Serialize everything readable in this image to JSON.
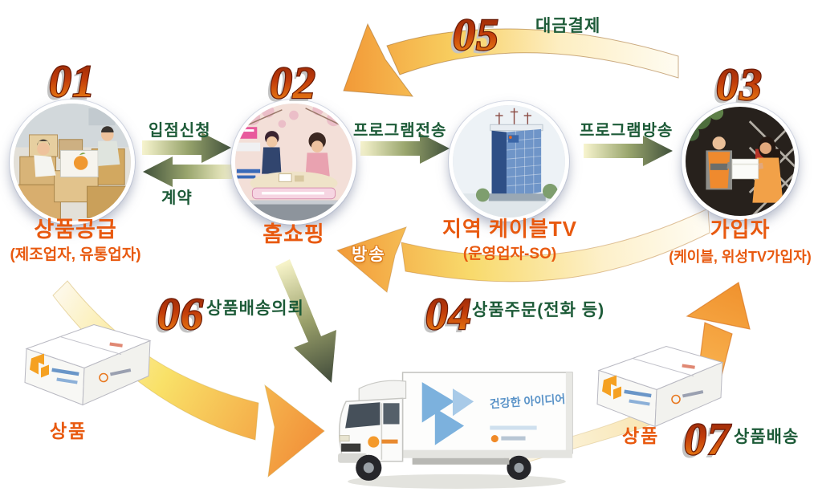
{
  "nodes": {
    "supplier": {
      "num": "01",
      "label": "상품공급",
      "sub": "(제조업자, 유통업자)"
    },
    "homeshopping": {
      "num": "02",
      "label": "홈쇼핑"
    },
    "cabletv": {
      "label": "지역 케이블TV",
      "sub": "(운영업자-SO)"
    },
    "subscriber": {
      "num": "03",
      "label": "가입자",
      "sub": "(케이블, 위성TV가입자)"
    }
  },
  "flows": {
    "apply": {
      "label": "입점신청"
    },
    "contract": {
      "label": "계약"
    },
    "program_transmit": {
      "label": "프로그램전송"
    },
    "program_broadcast": {
      "label": "프로그램방송"
    },
    "payment": {
      "num": "05",
      "label": "대금결제"
    },
    "order": {
      "num": "04",
      "label": "상품주문(전화 등)"
    },
    "broadcast": {
      "label": "방송"
    },
    "delivery_request": {
      "num": "06",
      "label": "상품배송의뢰"
    },
    "delivery": {
      "num": "07",
      "label": "상품배송"
    }
  },
  "parcels": {
    "left_label": "상품",
    "right_label": "상품"
  },
  "truck": {
    "decal_text": "건강한 아이디어"
  },
  "colors": {
    "node_label_orange": "#e8590f",
    "flow_label_green": "#1d5b38",
    "number_gradient_top": "#8c2408",
    "number_gradient_bottom": "#f59116",
    "arc_orange": "#f29a38",
    "arrow_dark_green": "#40503a"
  }
}
